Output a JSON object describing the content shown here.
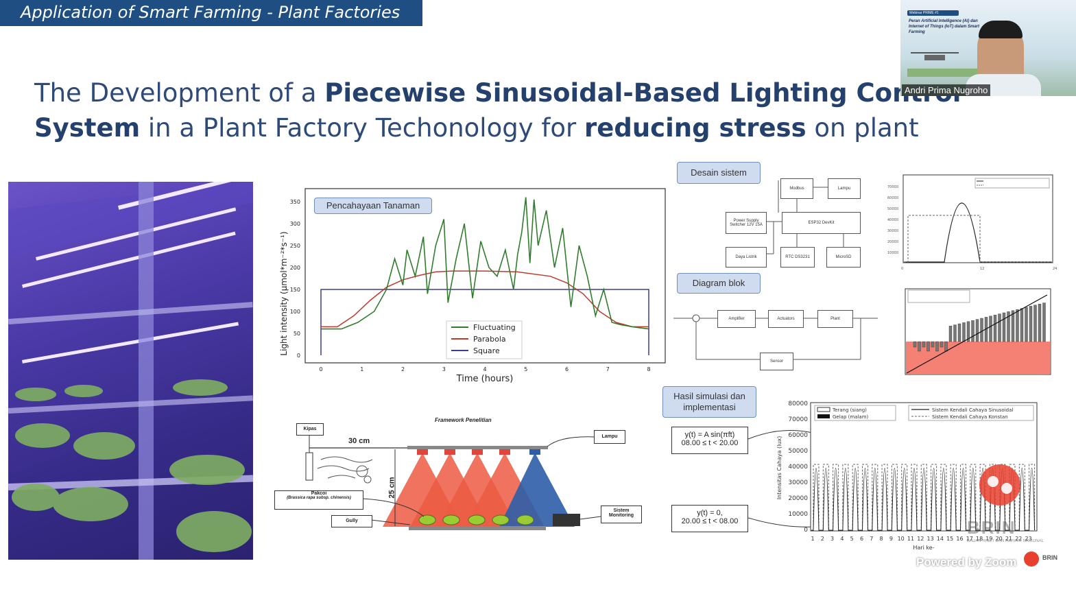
{
  "header": {
    "title": "Application of Smart Farming - Plant Factories"
  },
  "slide_title": {
    "part1": "The Development of a ",
    "bold1": "Piecewise Sinusoidal-Based Lighting Control System",
    "part2": " in a Plant Factory Techonology for ",
    "bold2": "reducing stress",
    "part3": " on plant"
  },
  "main_chart": {
    "tag": "Pencahayaan Tanaman",
    "xlabel": "Time (hours)",
    "ylabel": "Light intensity (µmol*m⁻²*s⁻¹)",
    "legend": [
      "Fluctuating",
      "Parabola",
      "Square"
    ],
    "colors": {
      "fluctuating": "#2f7d2b",
      "parabola": "#c0392b",
      "square": "#3b3b98"
    }
  },
  "chart_data": {
    "type": "line",
    "x_ticks": [
      0,
      1,
      2,
      3,
      4,
      5,
      6,
      7,
      8
    ],
    "y_ticks": [
      0,
      50,
      100,
      150,
      200,
      250,
      300,
      350
    ],
    "xlim": [
      0,
      8
    ],
    "ylim": [
      0,
      350
    ],
    "series": [
      {
        "name": "Square",
        "x": [
          0,
          0,
          8,
          8
        ],
        "y": [
          0,
          150,
          150,
          0
        ]
      },
      {
        "name": "Parabola",
        "x": [
          0,
          0.4,
          0.8,
          1.2,
          1.6,
          2.0,
          2.4,
          2.8,
          3.2,
          4.0,
          4.8,
          5.6,
          6.0,
          6.4,
          6.8,
          7.2,
          7.6,
          8.0
        ],
        "y": [
          65,
          65,
          90,
          125,
          155,
          172,
          182,
          190,
          192,
          192,
          190,
          180,
          165,
          140,
          100,
          75,
          65,
          65
        ]
      },
      {
        "name": "Fluctuating",
        "x": [
          0,
          0.5,
          0.9,
          1.3,
          1.6,
          1.8,
          2.0,
          2.1,
          2.3,
          2.5,
          2.6,
          2.8,
          3.0,
          3.1,
          3.3,
          3.5,
          3.7,
          3.9,
          4.1,
          4.3,
          4.5,
          4.7,
          4.8,
          4.9,
          5.0,
          5.1,
          5.2,
          5.3,
          5.5,
          5.7,
          5.9,
          6.1,
          6.3,
          6.5,
          6.7,
          6.9,
          7.1,
          7.3,
          7.6,
          8.0
        ],
        "y": [
          60,
          60,
          75,
          100,
          150,
          220,
          160,
          240,
          180,
          270,
          140,
          250,
          310,
          120,
          220,
          300,
          130,
          260,
          200,
          180,
          240,
          150,
          230,
          280,
          360,
          210,
          355,
          250,
          330,
          200,
          290,
          110,
          250,
          180,
          90,
          150,
          75,
          70,
          65,
          60
        ]
      }
    ]
  },
  "tags": {
    "design": "Desain sistem",
    "block": "Diagram blok",
    "sim": "Hasil simulasi dan implementasi"
  },
  "design_nodes": [
    "Modbus",
    "Lampu",
    "Power Supply Switcher 12V 15A",
    "ESP32 DevKit",
    "Daya Listrik",
    "RTC DS3231",
    "MicroSD"
  ],
  "block_nodes": [
    "Amplifier",
    "Actuators",
    "Plant",
    "Sensor"
  ],
  "framework": {
    "title": "Framework Penelitian",
    "kipas": "Kipas",
    "lampu": "Lampu",
    "pakcoi": "Pakcoi",
    "pakcoi_latin": "(Brassica rapa subsp. chinensis)",
    "gully": "Gully",
    "monitoring": "Sistem Monitoring",
    "dist_h": "30 cm",
    "dist_v": "25 cm"
  },
  "equations": {
    "eq1_line1": "y(t) = A sin(πft)",
    "eq1_line2": "08.00 ≤ t < 20.00",
    "eq2_line1": "y(t) = 0,",
    "eq2_line2": "20.00 ≤ t < 08.00"
  },
  "sim_chart": {
    "ylabel": "Intensitas Cahaya (lux)",
    "xlabel": "Hari ke-",
    "y_ticks": [
      "80000",
      "70000",
      "60000",
      "50000",
      "40000",
      "30000",
      "20000",
      "10000",
      "0"
    ],
    "x_ticks": [
      "1",
      "2",
      "3",
      "4",
      "5",
      "6",
      "7",
      "8",
      "9",
      "10",
      "11",
      "12",
      "13",
      "14",
      "15",
      "16",
      "17",
      "18",
      "19",
      "20",
      "21",
      "22",
      "23"
    ],
    "legend": [
      "Terang (siang)",
      "Gelap (malam)",
      "Sistem Kendali Cahaya Sinusoidal",
      "Sistem Kendali Cahaya Konstan"
    ]
  },
  "webcam": {
    "speaker": "Andri Prima Nugroho",
    "webinar": "Webinar PRIME #1",
    "topic": "Peran Artificial Intelligence (AI) dan Internet of Things (IoT) dalam Smart Farming"
  },
  "watermark": {
    "brand": "BRIN",
    "sub": "BADAN RISET DAN INOVASI NASIONAL",
    "powered": "Powered by Zoom"
  }
}
